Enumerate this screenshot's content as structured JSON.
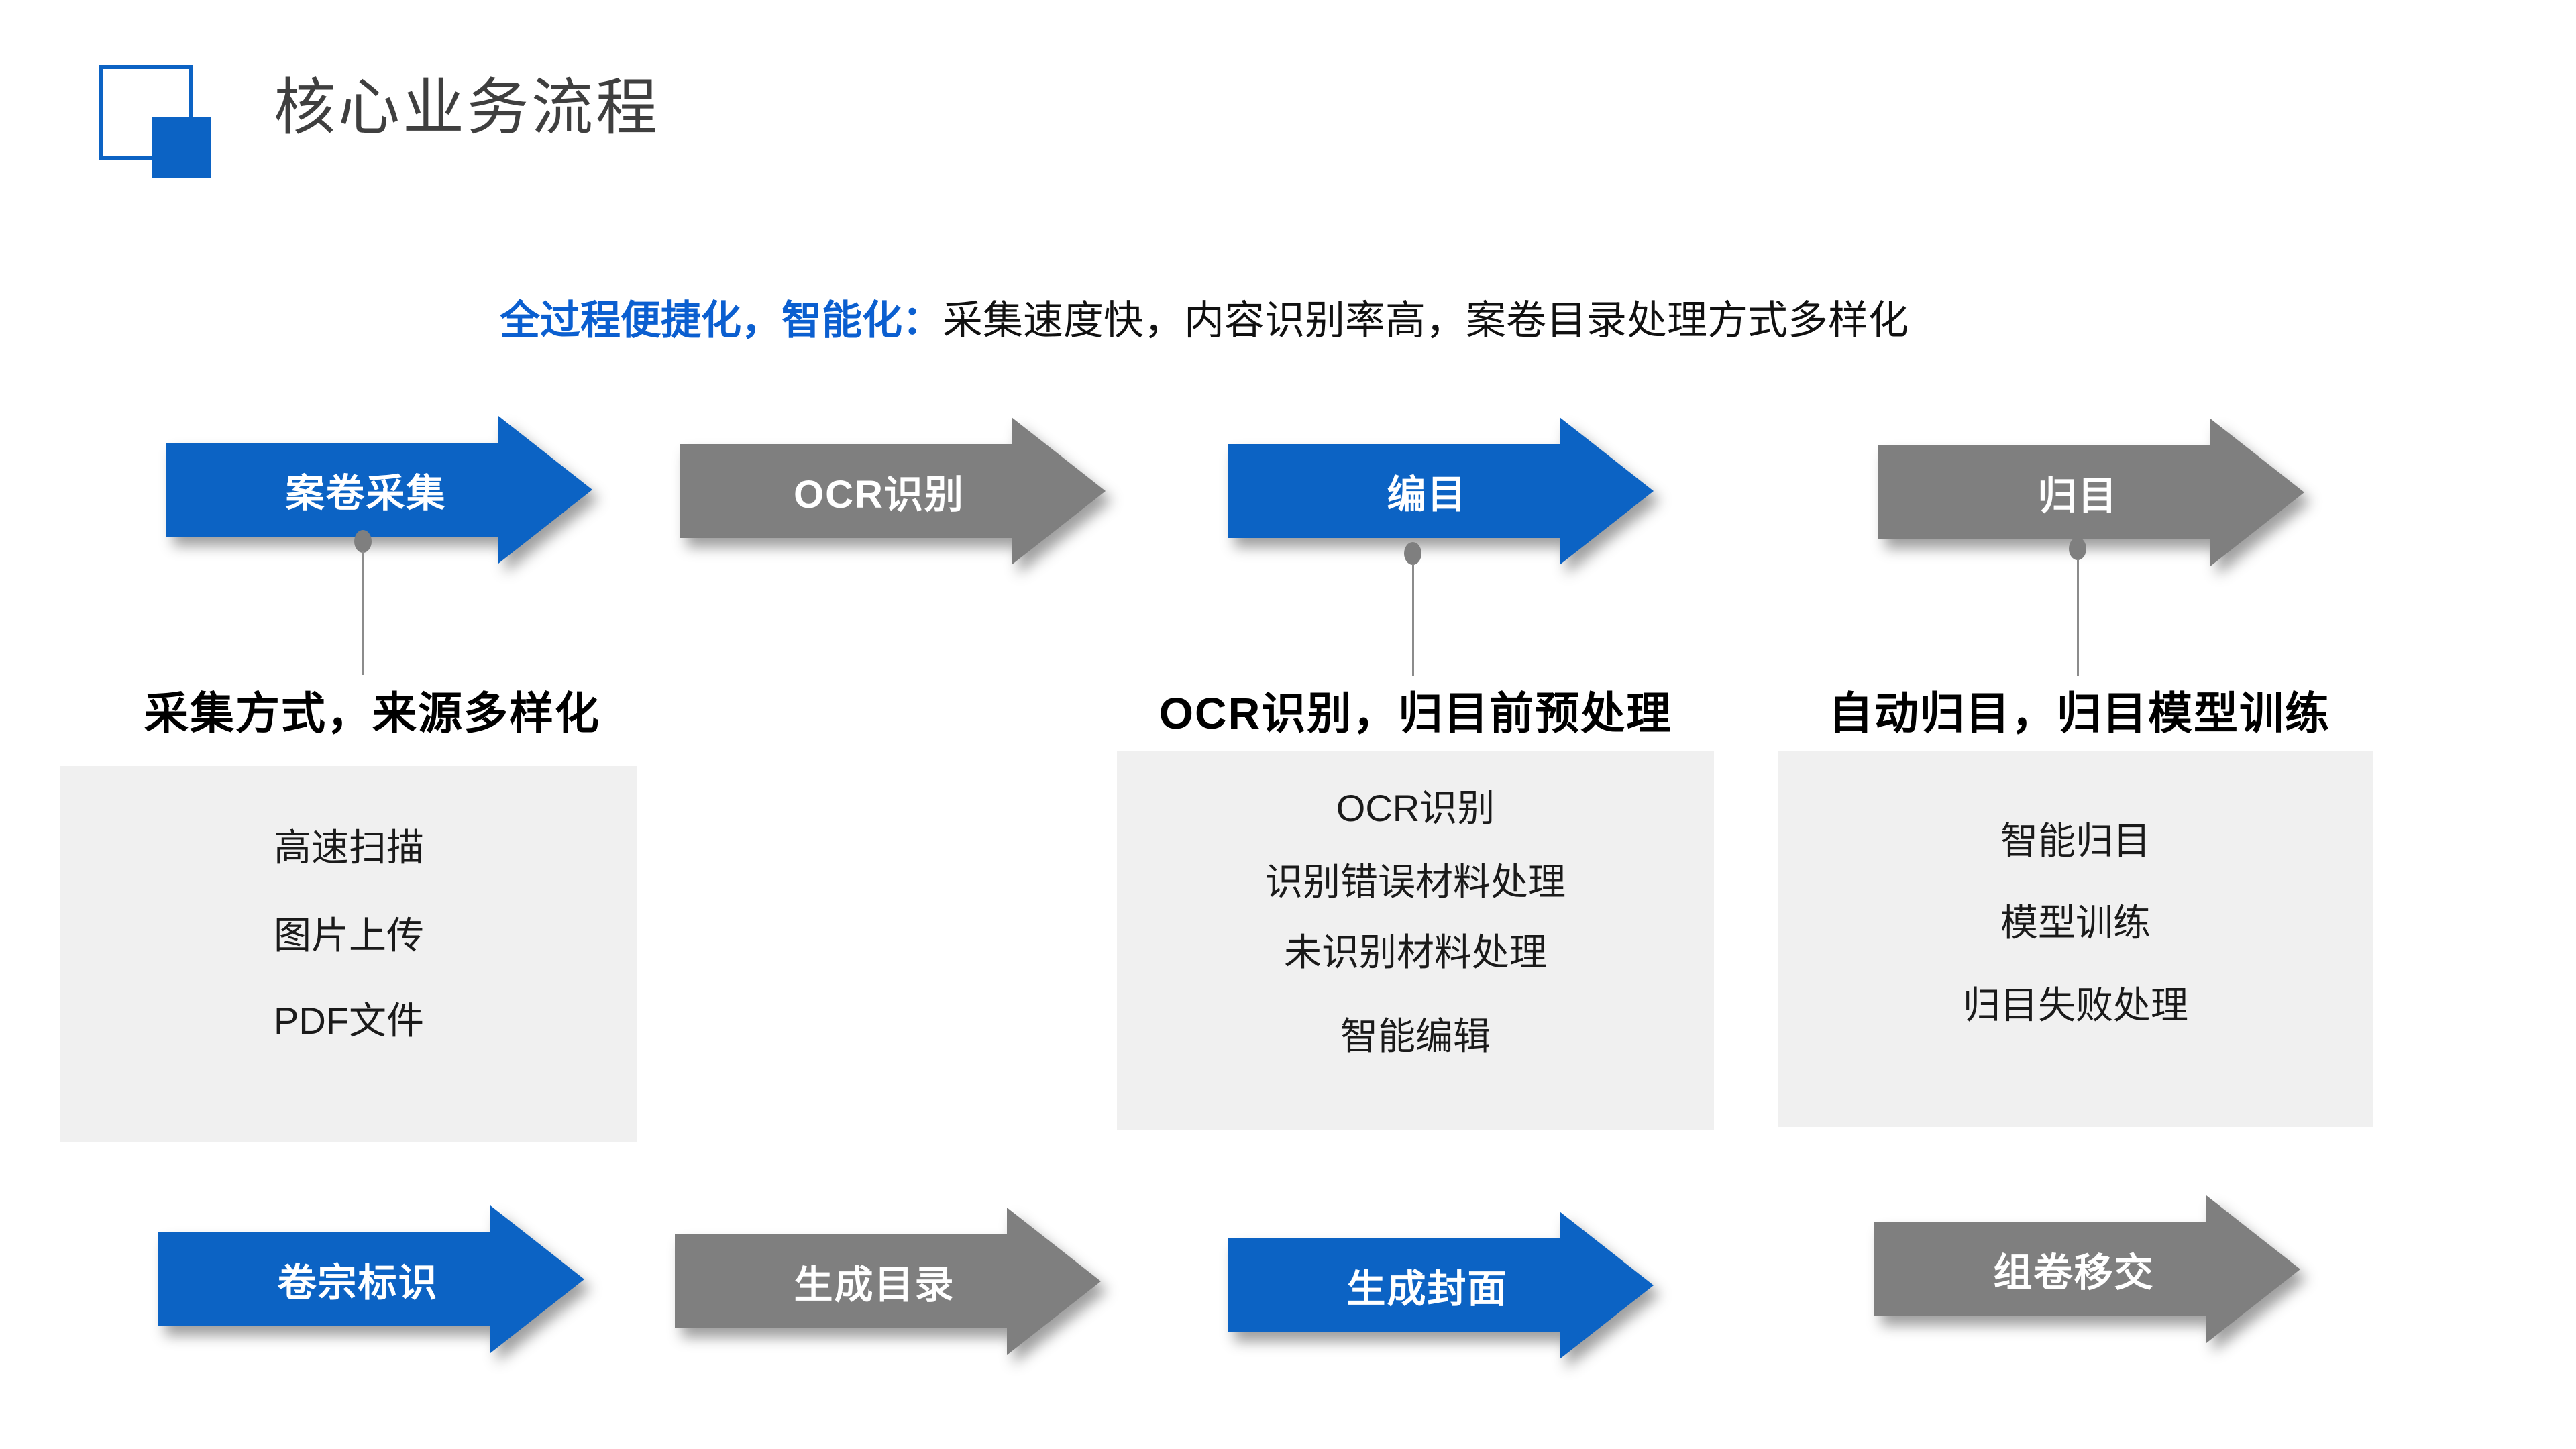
{
  "slide": {
    "title": "核心业务流程",
    "subtitle": {
      "highlight": "全过程便捷化，智能化：",
      "rest": "采集速度快，内容识别率高，案卷目录处理方式多样化"
    },
    "colors": {
      "accent_blue": "#0C63C4",
      "step_gray": "#7F7F7F",
      "box_background": "#F0F0F0",
      "title_text": "#3F3F3F",
      "subtitle_highlight": "#0B5FD0"
    },
    "flow_top": [
      {
        "label": "案卷采集",
        "fill": "#0C63C4"
      },
      {
        "label": "OCR识别",
        "fill": "#7F7F7F"
      },
      {
        "label": "编目",
        "fill": "#0C63C4"
      },
      {
        "label": "归目",
        "fill": "#7F7F7F"
      }
    ],
    "flow_bottom": [
      {
        "label": "卷宗标识",
        "fill": "#0C63C4"
      },
      {
        "label": "生成目录",
        "fill": "#7F7F7F"
      },
      {
        "label": "生成封面",
        "fill": "#0C63C4"
      },
      {
        "label": "组卷移交",
        "fill": "#7F7F7F"
      }
    ],
    "callouts": [
      {
        "heading": "采集方式，来源多样化",
        "items": [
          "高速扫描",
          "图片上传",
          "PDF文件"
        ]
      },
      {
        "heading": "OCR识别，归目前预处理",
        "items": [
          "OCR识别",
          "识别错误材料处理",
          "未识别材料处理",
          "智能编辑"
        ]
      },
      {
        "heading": "自动归目，归目模型训练",
        "items": [
          "智能归目",
          "模型训练",
          "归目失败处理"
        ]
      }
    ]
  }
}
